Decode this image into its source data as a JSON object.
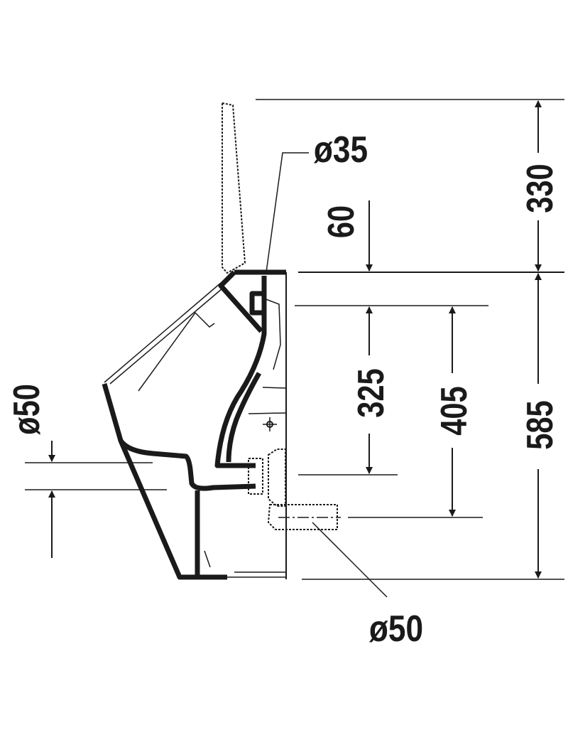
{
  "drawing": {
    "dimensions": {
      "top_height": "330",
      "lid_offset": "60",
      "inlet_height": "325",
      "outlet_height": "405",
      "total_height": "585",
      "inlet_diameter": "ø35",
      "left_diameter": "ø50",
      "outlet_diameter": "ø50"
    },
    "line_color": "#1a1a1a"
  }
}
